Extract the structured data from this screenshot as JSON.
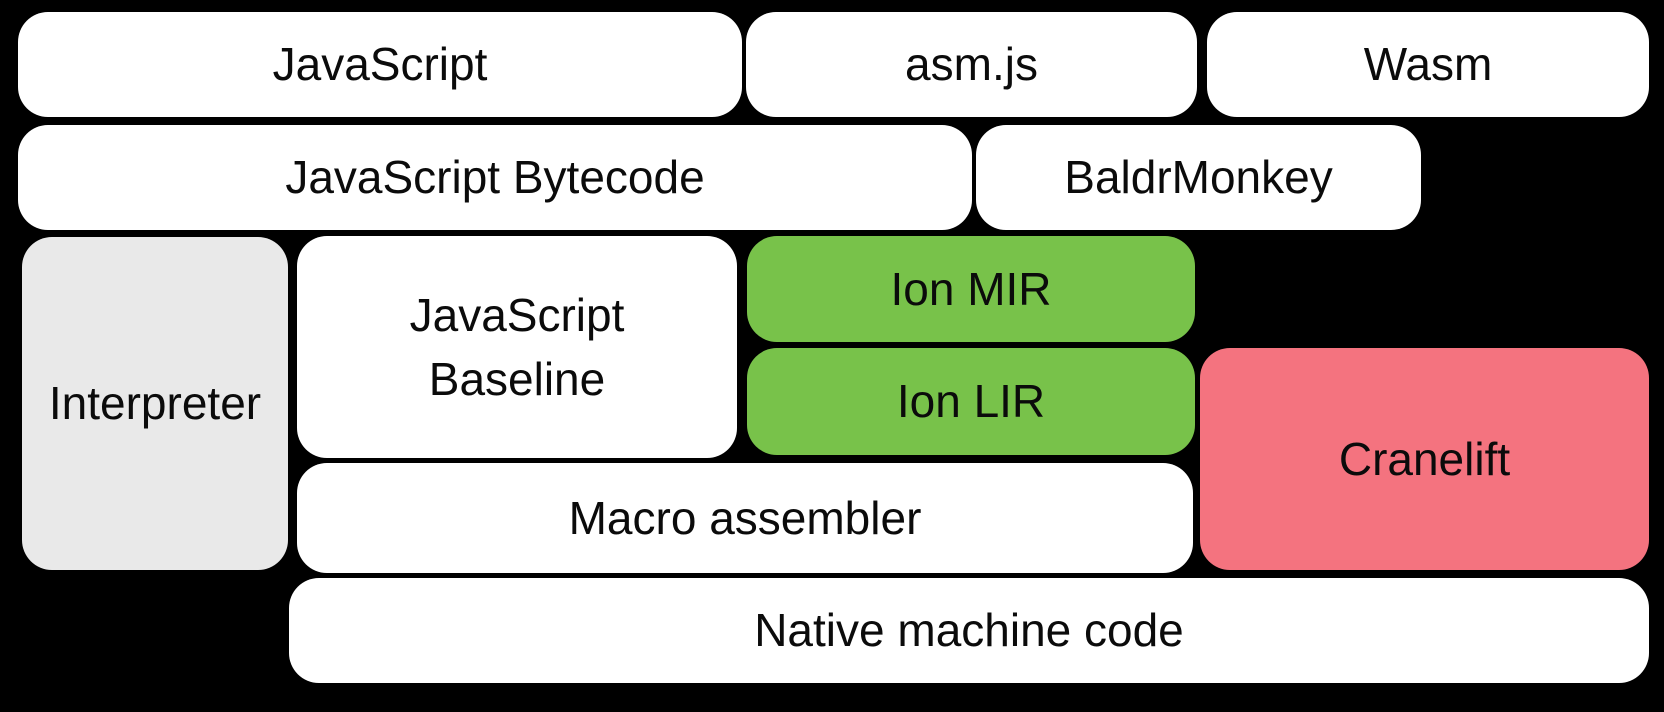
{
  "diagram": {
    "description": "Compiler pipeline block diagram on black background",
    "colors": {
      "background": "#000000",
      "box_default": "#ffffff",
      "interpreter_gray": "#e9e9e9",
      "ion_green": "#78c24a",
      "cranelift_pink": "#f4737f",
      "text": "#0b0b0b"
    },
    "boxes": {
      "javascript": {
        "label": "JavaScript",
        "fill": "#ffffff"
      },
      "asmjs": {
        "label": "asm.js",
        "fill": "#ffffff"
      },
      "wasm": {
        "label": "Wasm",
        "fill": "#ffffff"
      },
      "bytecode": {
        "label": "JavaScript Bytecode",
        "fill": "#ffffff"
      },
      "baldrmonkey": {
        "label": "BaldrMonkey",
        "fill": "#ffffff"
      },
      "interpreter": {
        "label": "Interpreter",
        "fill": "#e9e9e9"
      },
      "baseline": {
        "line1": "JavaScript",
        "line2": "Baseline",
        "fill": "#ffffff"
      },
      "ion_mir": {
        "label": "Ion MIR",
        "fill": "#78c24a"
      },
      "ion_lir": {
        "label": "Ion LIR",
        "fill": "#78c24a"
      },
      "cranelift": {
        "label": "Cranelift",
        "fill": "#f4737f"
      },
      "macro_assembler": {
        "label": "Macro assembler",
        "fill": "#ffffff"
      },
      "native": {
        "label": "Native machine code",
        "fill": "#ffffff"
      }
    }
  }
}
